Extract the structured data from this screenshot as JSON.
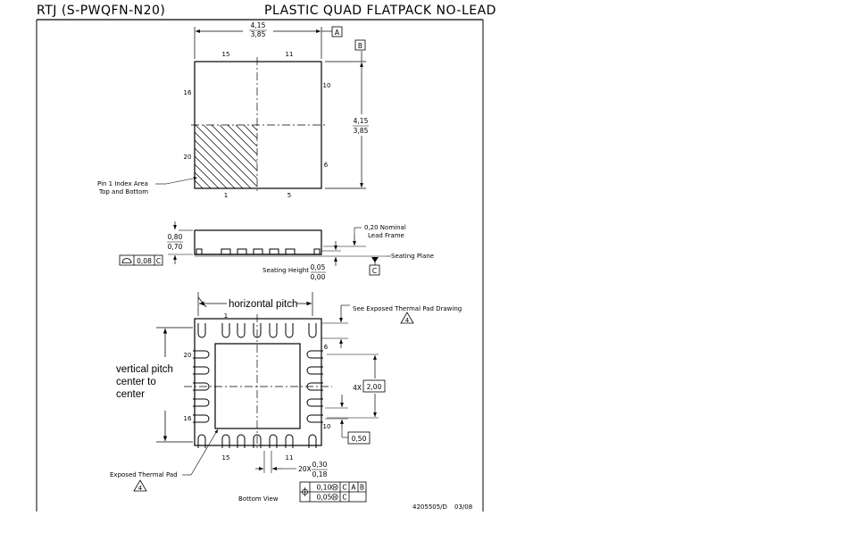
{
  "header": {
    "part_code": "RTJ (S-PWQFN-N20)",
    "package_name": "PLASTIC QUAD FLATPACK NO-LEAD"
  },
  "top_view": {
    "width_dim_max": "4,15",
    "width_dim_min": "3,85",
    "datum_a": "A",
    "datum_b": "B",
    "height_dim_max": "4,15",
    "height_dim_min": "3,85",
    "pin_15": "15",
    "pin_11": "11",
    "pin_16": "16",
    "pin_10": "10",
    "pin_20": "20",
    "pin_6": "6",
    "pin_1": "1",
    "pin_5": "5",
    "pin1_label_line1": "Pin 1 Index Area",
    "pin1_label_line2": "Top and Bottom"
  },
  "side_view": {
    "thickness_max": "0,80",
    "thickness_min": "0,70",
    "flatness_value": "0,08",
    "flatness_datum": "C",
    "lead_frame_line1": "0,20 Nominal",
    "lead_frame_line2": "Lead Frame",
    "seating_plane": "Seating Plane",
    "seating_height_label": "Seating Height",
    "seating_height_max": "0,05",
    "seating_height_min": "0,00",
    "datum_c": "C"
  },
  "bottom_view": {
    "horizontal_pitch": "horizontal pitch",
    "vertical_pitch_line1": "vertical pitch",
    "vertical_pitch_line2": "center to",
    "vertical_pitch_line3": "center",
    "pin_1": "1",
    "pin_20": "20",
    "pin_16": "16",
    "pin_15": "15",
    "pin_11": "11",
    "pin_10": "10",
    "pin_6": "6",
    "see_pad_note": "See Exposed Thermal Pad Drawing",
    "note_ref": "4",
    "pitch_count": "4X",
    "pitch_value": "2,00",
    "lead_length": "0,50",
    "lead_width_count": "20X",
    "lead_width_max": "0,30",
    "lead_width_min": "0,18",
    "exposed_pad_label": "Exposed Thermal Pad",
    "view_label": "Bottom View",
    "fcf_row1_tol": "0,10",
    "fcf_row1_mod": "M",
    "fcf_row1_d1": "C",
    "fcf_row1_d2": "A",
    "fcf_row1_d3": "B",
    "fcf_row2_tol": "0,05",
    "fcf_row2_mod": "M",
    "fcf_row2_d1": "C"
  },
  "footer": {
    "drawing_number": "4205505/D",
    "date": "03/08"
  }
}
